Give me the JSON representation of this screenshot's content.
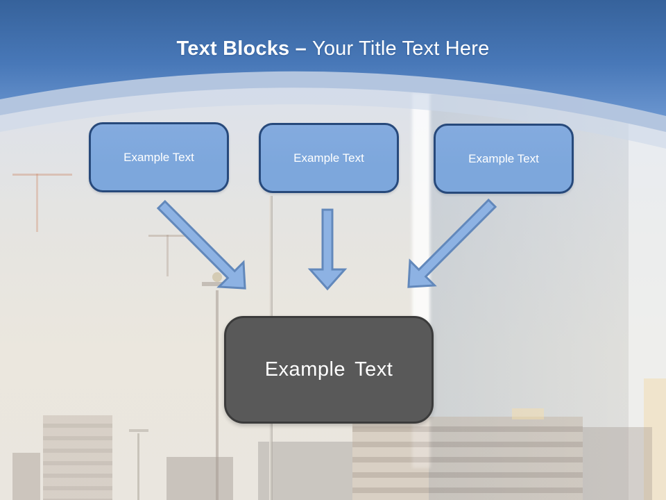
{
  "header": {
    "title_bold": "Text Blocks –",
    "title_regular": "Your Title Text Here"
  },
  "diagram": {
    "source_blocks": [
      {
        "label": "Example Text"
      },
      {
        "label": "Example Text"
      },
      {
        "label": "Example Text"
      }
    ],
    "arrows": [
      {
        "icon": "arrow-down-right-icon"
      },
      {
        "icon": "arrow-down-icon"
      },
      {
        "icon": "arrow-down-left-icon"
      }
    ],
    "target_block": {
      "label": "Example Text"
    }
  },
  "colors": {
    "header_blue_top": "#36629b",
    "header_blue_mid": "#4878b8",
    "header_blue_bottom": "#6a95cf",
    "header_band_inner": "#afc2de",
    "header_band_outer": "#cdd8e9",
    "title_text": "#ffffff",
    "block_fill": "#7da7dc",
    "block_border": "#27497b",
    "block_text": "#ffffff",
    "arrow_fill": "#8db2e3",
    "arrow_stroke": "#6288bb",
    "target_fill": "#595959",
    "target_border": "#3b3b3b"
  }
}
